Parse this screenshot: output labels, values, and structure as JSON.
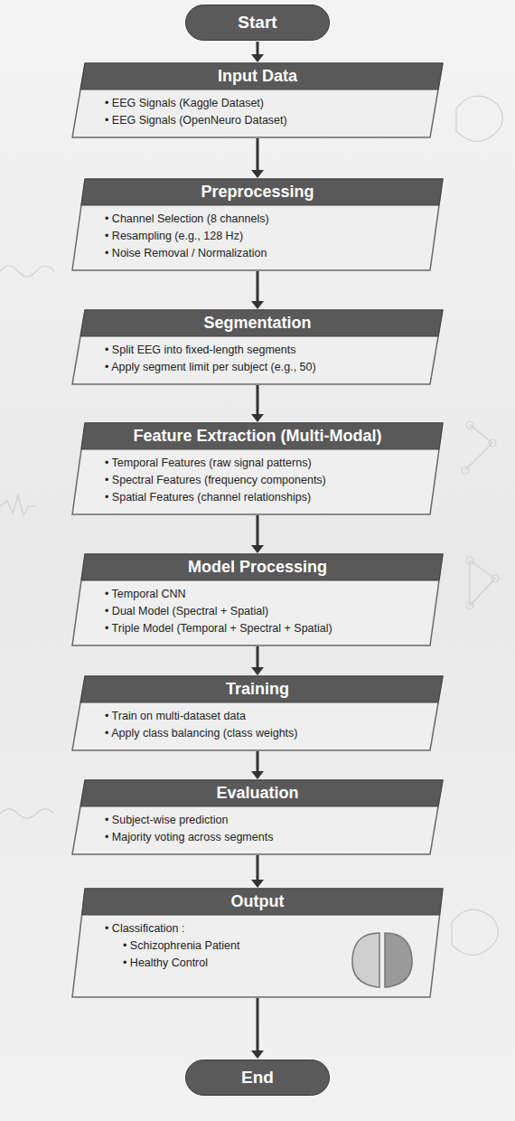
{
  "diagram": {
    "nodes": [
      {
        "text": [
          "Start"
        ]
      },
      {
        "text": [
          "Input Data",
          "• EEG Signals (Kaggle Dataset)",
          "• EEG Signals (OpenNeuro Dataset)"
        ]
      },
      {
        "text": [
          "Preprocessing",
          "• Channel Selection (8 channels)",
          "• Resampling (e.g., 128 Hz)",
          "• Noise Removal / Normalization"
        ]
      },
      {
        "text": [
          "Segmentation",
          "• Split EEG into fixed-length segments",
          "• Apply segment limit per subject (e.g., 50)"
        ]
      },
      {
        "text": [
          "Feature Extraction (Multi-Modal)",
          "• Temporal Features (raw signal patterns)",
          "• Spectral Features (frequency components)",
          "• Spatial Features (channel relationships)"
        ]
      },
      {
        "text": [
          "Model Processing",
          "• Temporal CNN",
          "• Dual Model (Spectral + Spatial)",
          "• Triple Model (Temporal + Spectral + Spatial)"
        ]
      },
      {
        "text": [
          "Training",
          "• Train on multi-dataset data",
          "• Apply class balancing (class weights)"
        ]
      },
      {
        "text": [
          "Evaluation",
          "• Subject-wise prediction",
          "• Majority voting across segments"
        ]
      },
      {
        "text": [
          "Output",
          "• Classification :",
          "• Schizophrenia Patient",
          "• Healthy Control"
        ]
      },
      {
        "text": [
          "End"
        ]
      }
    ],
    "edges": [
      {
        "from": 0,
        "to": 1,
        "arrow": "to"
      },
      {
        "from": 1,
        "to": 2,
        "arrow": "to"
      },
      {
        "from": 2,
        "to": 3,
        "arrow": "to"
      },
      {
        "from": 3,
        "to": 4,
        "arrow": "to"
      },
      {
        "from": 4,
        "to": 5,
        "arrow": "to"
      },
      {
        "from": 5,
        "to": 6,
        "arrow": "to"
      },
      {
        "from": 6,
        "to": 7,
        "arrow": "to"
      },
      {
        "from": 7,
        "to": 8,
        "arrow": "to"
      },
      {
        "from": 8,
        "to": 9,
        "arrow": "to"
      }
    ]
  }
}
